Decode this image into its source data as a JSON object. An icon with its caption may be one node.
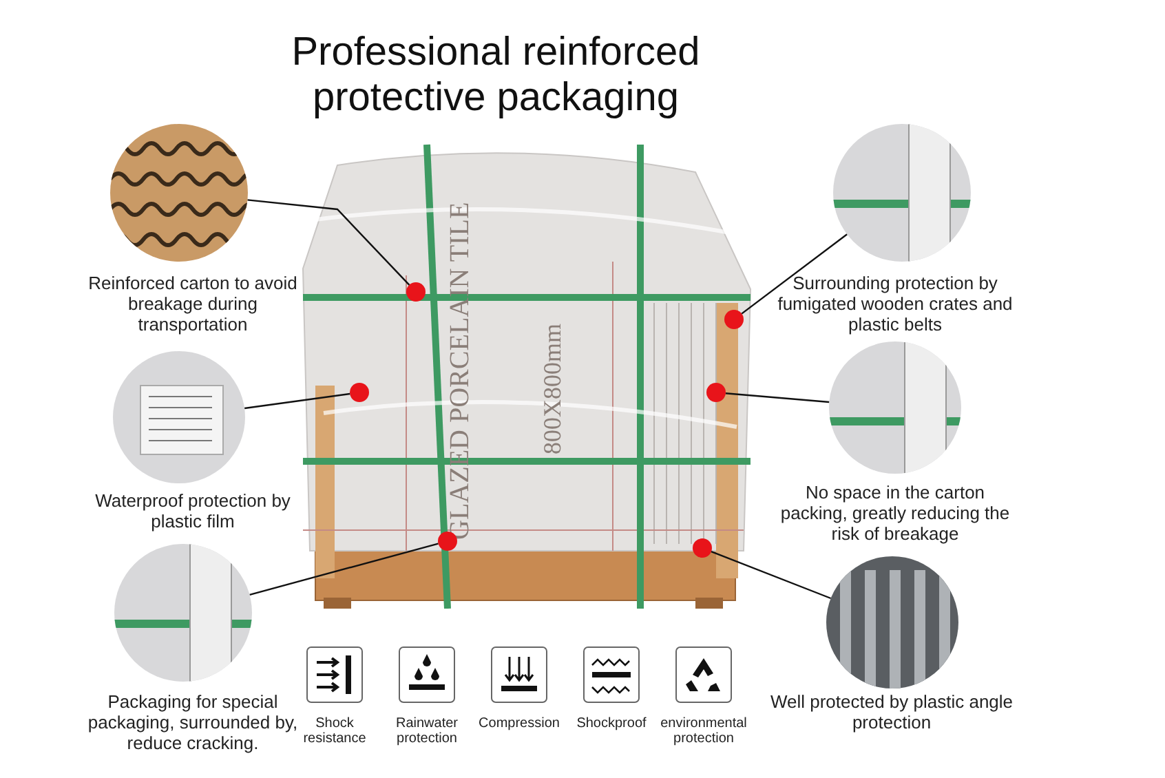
{
  "diagram": {
    "title": "Professional reinforced protective packaging",
    "nodes": [
      {
        "text": [],
        "shape": "picture"
      },
      {
        "text": [],
        "shape": "circle",
        "in": 0
      },
      {
        "text": [],
        "shape": "circle",
        "in": 0
      },
      {
        "text": [],
        "shape": "circle",
        "in": 0
      },
      {
        "text": [],
        "shape": "circle",
        "in": 0
      },
      {
        "text": [],
        "shape": "circle",
        "in": 0
      },
      {
        "text": [],
        "shape": "circle",
        "in": 0
      },
      {
        "text": [],
        "shape": "picture",
        "beside": [
          "Reinforced carton to avoid breakage during transportation"
        ]
      },
      {
        "text": [],
        "shape": "picture",
        "beside": [
          "Surrounding protection by fumigated wooden crates and plastic belts"
        ]
      },
      {
        "text": [],
        "shape": "picture",
        "beside": [
          "Waterproof protection by plastic film"
        ]
      },
      {
        "text": [],
        "shape": "picture",
        "beside": [
          "No space in the carton packing, greatly reducing the risk of breakage"
        ]
      },
      {
        "text": [],
        "shape": "picture",
        "beside": [
          "Packaging for special packaging, surrounded by, reduce cracking."
        ]
      },
      {
        "text": [],
        "shape": "picture",
        "beside": [
          "Well protected by plastic angle protection"
        ]
      }
    ],
    "edges": [
      {
        "from": 7,
        "to": 1,
        "arrow": "none"
      },
      {
        "from": 8,
        "to": 2,
        "arrow": "none"
      },
      {
        "from": 9,
        "to": 3,
        "arrow": "none"
      },
      {
        "from": 10,
        "to": 4,
        "arrow": "none"
      },
      {
        "from": 11,
        "to": 5,
        "arrow": "none"
      },
      {
        "from": 12,
        "to": 6,
        "arrow": "none"
      }
    ],
    "labels": [
      "GLAZED PORCELAIN TILE",
      "800X800mm",
      "Shock resistance",
      "Rainwater protection",
      "Compression",
      "Shockproof",
      "environmental protection"
    ]
  }
}
